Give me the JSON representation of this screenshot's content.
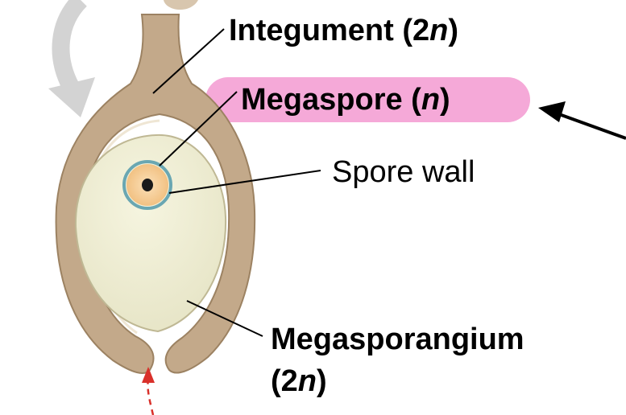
{
  "labels": {
    "integument": {
      "pre": "Integument (2",
      "var": "n",
      "post": ")"
    },
    "megaspore": {
      "pre": "Megaspore (",
      "var": "n",
      "post": ")"
    },
    "spore_wall": "Spore wall",
    "megasporangium": {
      "line1": "Megasporangium",
      "pre": "(2",
      "var": "n",
      "post": ")"
    }
  },
  "colors": {
    "integument_fill": "#c3a98a",
    "megasporangium_fill": "#f2f1d9",
    "megaspore_fill": "#f6c98f",
    "spore_wall_ring": "#6aa7b2",
    "highlight": "#f5a9d8",
    "arrow_gray": "#cccccc",
    "pollen_arrow": "#d9302a"
  }
}
